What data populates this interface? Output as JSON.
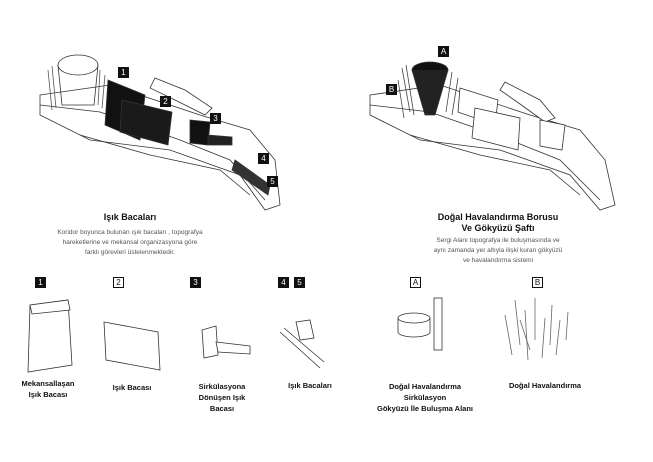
{
  "left_panel": {
    "title": "Işık Bacaları",
    "description": [
      "Koridor boyunca bulunan ışık bacaları , topografya",
      "hareketlerine ve mekansal organizasyona göre",
      "farklı görevleri üstelenmektedir."
    ],
    "markers": [
      "1",
      "2",
      "3",
      "4",
      "5"
    ]
  },
  "right_panel": {
    "title": [
      "Doğal Havalandırma Borusu",
      "Ve Gökyüzü Şaftı"
    ],
    "description": [
      "Sergi Alanı topografya ile buluşmasında ve",
      "aynı zamanda yer altıyla ilişki kuran gökyüzü",
      "ve havalandırma sistemi"
    ],
    "markers": [
      "A",
      "B"
    ]
  },
  "components": [
    {
      "badge": "1",
      "caption": [
        "Mekansallaşan",
        "Işık Bacası"
      ]
    },
    {
      "badge": "2",
      "caption": [
        "Işık Bacası"
      ]
    },
    {
      "badge": "3",
      "caption": [
        "Sirkülasyona",
        "Dönüşen Işık",
        "Bacası"
      ]
    },
    {
      "badge": "4",
      "badge2": "5",
      "caption": [
        "Işık Bacaları"
      ]
    },
    {
      "badge": "A",
      "caption": [
        "Doğal Havalandırma",
        "Sirkülasyon",
        "Gökyüzü İle Buluşma Alanı"
      ]
    },
    {
      "badge": "B",
      "caption": [
        "Doğal Havalandırma"
      ]
    }
  ]
}
